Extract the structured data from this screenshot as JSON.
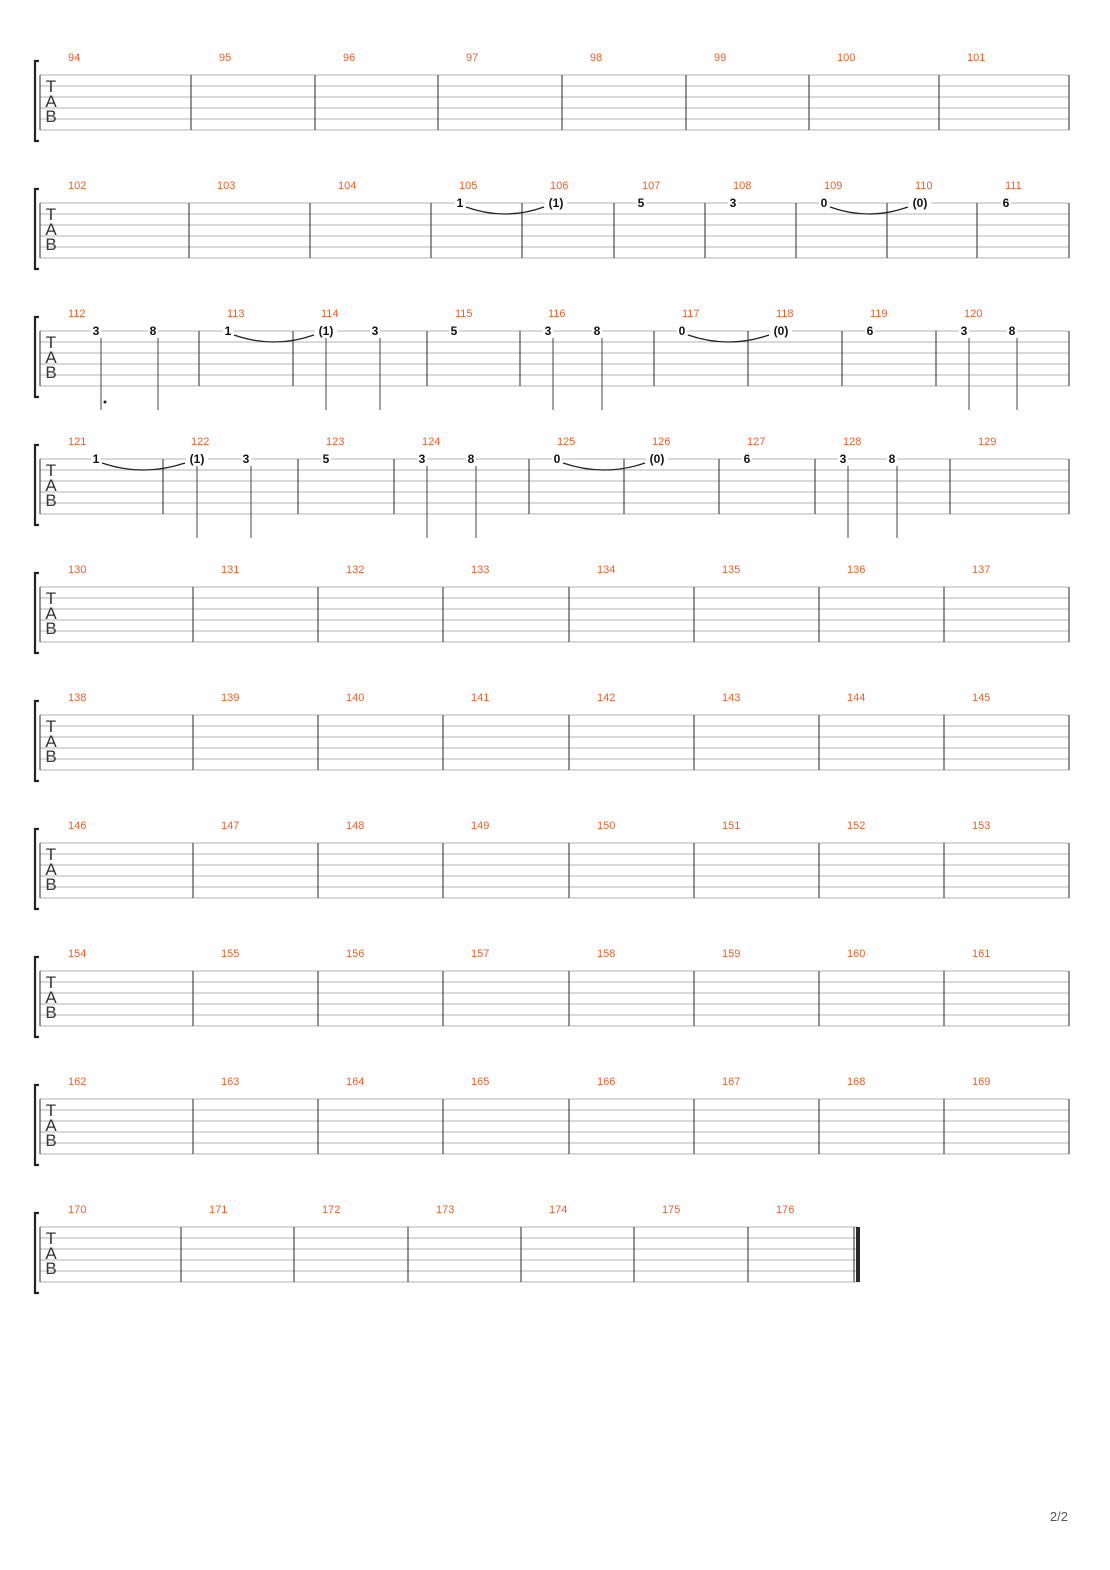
{
  "colors": {
    "measure_number": "#e8602c",
    "staff_line": "#9a9a9a",
    "barline": "#2a2a2a",
    "note": "#111111"
  },
  "clef_letters": [
    "T",
    "A",
    "B"
  ],
  "page_number": "2/2",
  "systems": [
    {
      "measures": [
        {
          "number": "94",
          "notes": []
        },
        {
          "number": "95",
          "notes": []
        },
        {
          "number": "96",
          "notes": []
        },
        {
          "number": "97",
          "notes": []
        },
        {
          "number": "98",
          "notes": []
        },
        {
          "number": "99",
          "notes": []
        },
        {
          "number": "100",
          "notes": []
        },
        {
          "number": "101",
          "notes": []
        }
      ]
    },
    {
      "measures": [
        {
          "number": "102",
          "notes": []
        },
        {
          "number": "103",
          "notes": []
        },
        {
          "number": "104",
          "notes": []
        },
        {
          "number": "105",
          "notes": [
            {
              "fret": "1",
              "tie_next": true
            }
          ]
        },
        {
          "number": "106",
          "notes": [
            {
              "fret": "(1)"
            }
          ]
        },
        {
          "number": "107",
          "notes": [
            {
              "fret": "5"
            }
          ]
        },
        {
          "number": "108",
          "notes": [
            {
              "fret": "3"
            }
          ]
        },
        {
          "number": "109",
          "notes": [
            {
              "fret": "0",
              "tie_next": true
            }
          ]
        },
        {
          "number": "110",
          "notes": [
            {
              "fret": "(0)"
            }
          ]
        },
        {
          "number": "111",
          "notes": [
            {
              "fret": "6"
            }
          ]
        }
      ]
    },
    {
      "measures": [
        {
          "number": "112",
          "notes": [
            {
              "fret": "3",
              "stem": true,
              "dot": true
            },
            {
              "fret": "8",
              "stem": true
            }
          ]
        },
        {
          "number": "113",
          "notes": [
            {
              "fret": "1",
              "tie_next": true
            }
          ]
        },
        {
          "number": "114",
          "notes": [
            {
              "fret": "(1)",
              "stem": true
            },
            {
              "fret": "3",
              "stem": true
            }
          ]
        },
        {
          "number": "115",
          "notes": [
            {
              "fret": "5"
            }
          ]
        },
        {
          "number": "116",
          "notes": [
            {
              "fret": "3",
              "stem": true
            },
            {
              "fret": "8",
              "stem": true
            }
          ]
        },
        {
          "number": "117",
          "notes": [
            {
              "fret": "0",
              "tie_next": true
            }
          ]
        },
        {
          "number": "118",
          "notes": [
            {
              "fret": "(0)"
            }
          ]
        },
        {
          "number": "119",
          "notes": [
            {
              "fret": "6"
            }
          ]
        },
        {
          "number": "120",
          "notes": [
            {
              "fret": "3",
              "stem": true
            },
            {
              "fret": "8",
              "stem": true
            }
          ]
        }
      ]
    },
    {
      "measures": [
        {
          "number": "121",
          "notes": [
            {
              "fret": "1",
              "tie_next": true
            }
          ]
        },
        {
          "number": "122",
          "notes": [
            {
              "fret": "(1)",
              "stem": true
            },
            {
              "fret": "3",
              "stem": true
            }
          ]
        },
        {
          "number": "123",
          "notes": [
            {
              "fret": "5"
            }
          ]
        },
        {
          "number": "124",
          "notes": [
            {
              "fret": "3",
              "stem": true
            },
            {
              "fret": "8",
              "stem": true
            }
          ]
        },
        {
          "number": "125",
          "notes": [
            {
              "fret": "0",
              "tie_next": true
            }
          ]
        },
        {
          "number": "126",
          "notes": [
            {
              "fret": "(0)"
            }
          ]
        },
        {
          "number": "127",
          "notes": [
            {
              "fret": "6"
            }
          ]
        },
        {
          "number": "128",
          "notes": [
            {
              "fret": "3",
              "stem": true
            },
            {
              "fret": "8",
              "stem": true
            }
          ]
        },
        {
          "number": "129",
          "notes": []
        }
      ]
    },
    {
      "measures": [
        {
          "number": "130",
          "notes": []
        },
        {
          "number": "131",
          "notes": []
        },
        {
          "number": "132",
          "notes": []
        },
        {
          "number": "133",
          "notes": []
        },
        {
          "number": "134",
          "notes": []
        },
        {
          "number": "135",
          "notes": []
        },
        {
          "number": "136",
          "notes": []
        },
        {
          "number": "137",
          "notes": []
        }
      ]
    },
    {
      "measures": [
        {
          "number": "138",
          "notes": []
        },
        {
          "number": "139",
          "notes": []
        },
        {
          "number": "140",
          "notes": []
        },
        {
          "number": "141",
          "notes": []
        },
        {
          "number": "142",
          "notes": []
        },
        {
          "number": "143",
          "notes": []
        },
        {
          "number": "144",
          "notes": []
        },
        {
          "number": "145",
          "notes": []
        }
      ]
    },
    {
      "measures": [
        {
          "number": "146",
          "notes": []
        },
        {
          "number": "147",
          "notes": []
        },
        {
          "number": "148",
          "notes": []
        },
        {
          "number": "149",
          "notes": []
        },
        {
          "number": "150",
          "notes": []
        },
        {
          "number": "151",
          "notes": []
        },
        {
          "number": "152",
          "notes": []
        },
        {
          "number": "153",
          "notes": []
        }
      ]
    },
    {
      "measures": [
        {
          "number": "154",
          "notes": []
        },
        {
          "number": "155",
          "notes": []
        },
        {
          "number": "156",
          "notes": []
        },
        {
          "number": "157",
          "notes": []
        },
        {
          "number": "158",
          "notes": []
        },
        {
          "number": "159",
          "notes": []
        },
        {
          "number": "160",
          "notes": []
        },
        {
          "number": "161",
          "notes": []
        }
      ]
    },
    {
      "measures": [
        {
          "number": "162",
          "notes": []
        },
        {
          "number": "163",
          "notes": []
        },
        {
          "number": "164",
          "notes": []
        },
        {
          "number": "165",
          "notes": []
        },
        {
          "number": "166",
          "notes": []
        },
        {
          "number": "167",
          "notes": []
        },
        {
          "number": "168",
          "notes": []
        },
        {
          "number": "169",
          "notes": []
        }
      ]
    },
    {
      "final_barline": true,
      "measures": [
        {
          "number": "170",
          "notes": []
        },
        {
          "number": "171",
          "notes": []
        },
        {
          "number": "172",
          "notes": []
        },
        {
          "number": "173",
          "notes": []
        },
        {
          "number": "174",
          "notes": []
        },
        {
          "number": "175",
          "notes": []
        },
        {
          "number": "176",
          "notes": []
        }
      ]
    }
  ]
}
